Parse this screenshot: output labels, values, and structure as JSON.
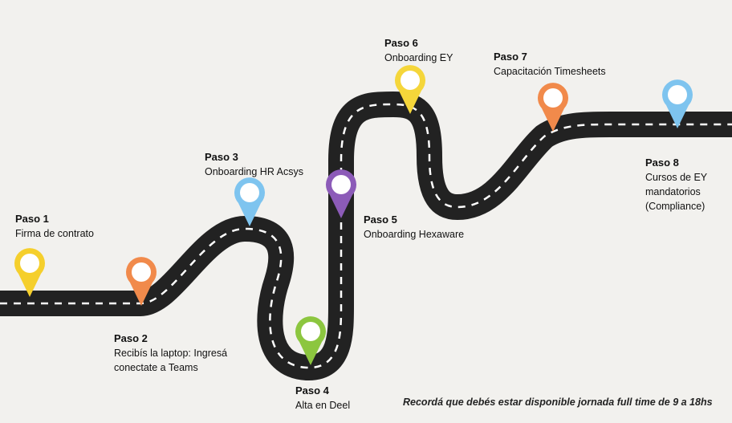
{
  "steps": [
    {
      "title": "Paso 1",
      "desc": "Firma de contrato",
      "color": "#f5cf2c"
    },
    {
      "title": "Paso 2",
      "desc": "Recibís la laptop: Ingresá\nconectate a Teams",
      "color": "#f18a4b"
    },
    {
      "title": "Paso 3",
      "desc": "Onboarding HR Acsys",
      "color": "#7ec4ef"
    },
    {
      "title": "Paso 4",
      "desc": "Alta en Deel",
      "color": "#8cc63f"
    },
    {
      "title": "Paso 5",
      "desc": "Onboarding Hexaware",
      "color": "#8c5bb8"
    },
    {
      "title": "Paso 6",
      "desc": "Onboarding EY",
      "color": "#f5d63a"
    },
    {
      "title": "Paso 7",
      "desc": "Capacitación Timesheets",
      "color": "#f18a4b"
    },
    {
      "title": "Paso 8",
      "desc": "Cursos de EY\nmandatorios\n(Compliance)",
      "color": "#7ec4ef"
    }
  ],
  "footer_note": "Recordá que debés estar disponible jornada full time de 9 a 18hs",
  "colors": {
    "road": "#222222",
    "road_line": "#ffffff",
    "background": "#f2f1ee"
  }
}
